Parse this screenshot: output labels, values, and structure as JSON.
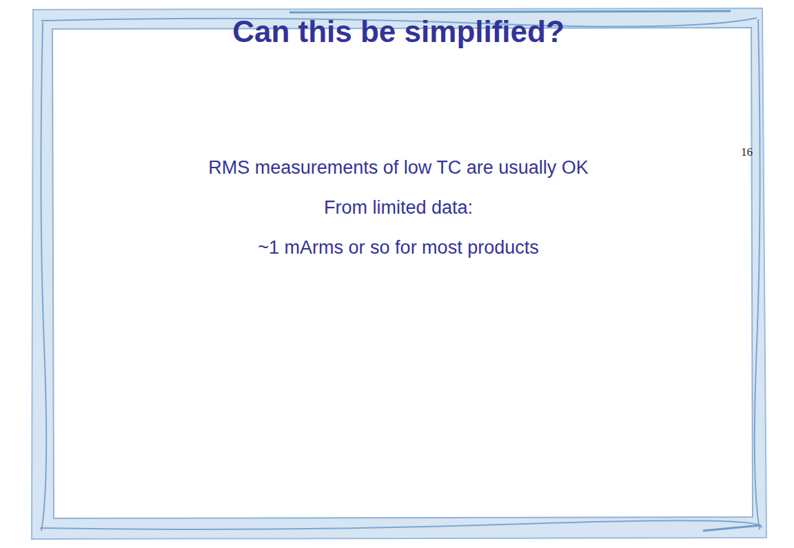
{
  "diagram": {
    "title": "Can this be simplified?",
    "labels": [
      "RMS measurements of low TC are usually OK",
      "From limited data:",
      "~1 mArms or so for most products",
      "16"
    ]
  }
}
